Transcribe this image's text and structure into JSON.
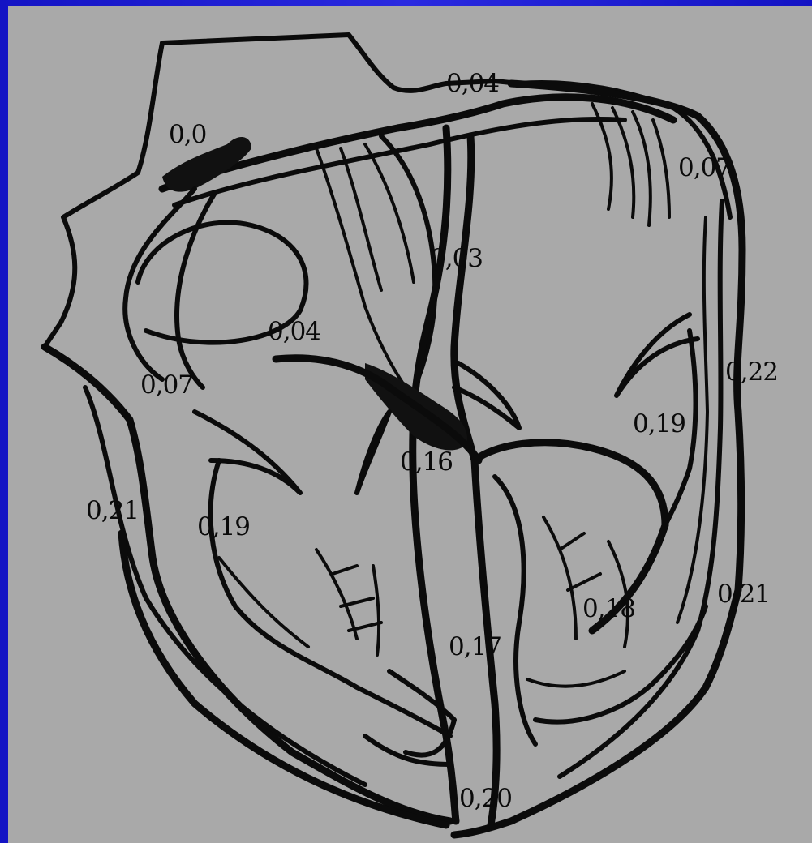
{
  "labels": {
    "sa_node": "0,0",
    "atrium_top": "0,04",
    "atrium_right": "0,07",
    "septum_upper": "0,03",
    "av_node": "0,04",
    "left_base": "0,07",
    "right_wall_upper": "0,22",
    "right_branch": "0,19",
    "his_bundle": "0,16",
    "left_wall": "0,21",
    "left_ventricle": "0,19",
    "right_wall_lower": "0,21",
    "right_ventricle": "0,18",
    "septum_lower": "0,17",
    "apex": "0,20"
  },
  "colors": {
    "slide_background": "#1c1ccf",
    "panel_background": "#a9a9a9",
    "ink": "#0b0b0b"
  }
}
